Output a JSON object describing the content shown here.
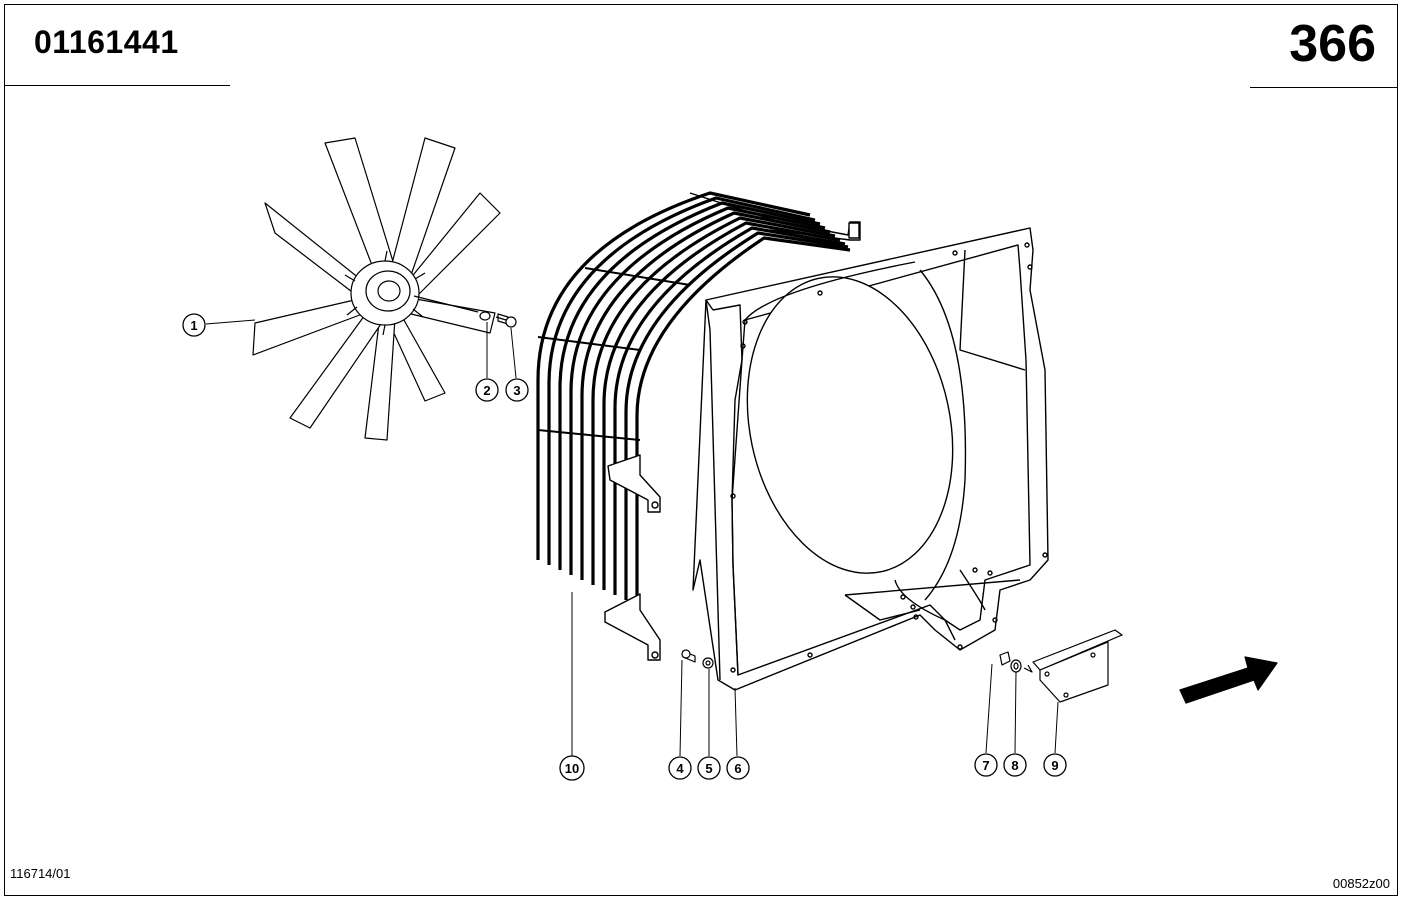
{
  "header": {
    "part_number": "01161441",
    "page_number": "366"
  },
  "footer": {
    "left_code": "116714/01",
    "right_code": "00852z00"
  },
  "callouts": [
    "1",
    "2",
    "3",
    "4",
    "5",
    "6",
    "7",
    "8",
    "9",
    "10"
  ]
}
